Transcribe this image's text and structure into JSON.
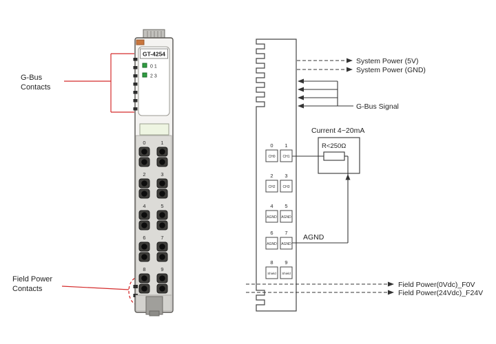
{
  "title": "GT-4254 module wiring diagram",
  "colors": {
    "annotation_red": "#d42a2a",
    "led_green": "#2f9e41",
    "line_black": "#3a3a3a",
    "module_body": "#f4f3f1",
    "terminal_dark": "#3f3e3b"
  },
  "module": {
    "model": "GT-4254",
    "led_labels": [
      "0 1",
      "2 3"
    ],
    "terminal_numbers": [
      "0",
      "1",
      "2",
      "3",
      "4",
      "5",
      "6",
      "7",
      "8",
      "9"
    ]
  },
  "annotations": {
    "gbus_line1": "G-Bus",
    "gbus_line2": "Contacts",
    "field_line1": "Field Power",
    "field_line2": "Contacts"
  },
  "schematic": {
    "system_power_5v": "System Power (5V)",
    "system_power_gnd": "System Power (GND)",
    "gbus_signal": "G-Bus Signal",
    "current_label": "Current 4~20mA",
    "resistor_label": "R<250Ω",
    "agnd_label": "AGND",
    "field_power_0v": "Field Power(0Vdc)_F0V",
    "field_power_24v": "Field Power(24Vdc)_F24V",
    "terminals": [
      {
        "num": "0",
        "label": "CH0"
      },
      {
        "num": "1",
        "label": "CH1"
      },
      {
        "num": "2",
        "label": "CH2"
      },
      {
        "num": "3",
        "label": "CH3"
      },
      {
        "num": "4",
        "label": "AGND"
      },
      {
        "num": "5",
        "label": "AGND"
      },
      {
        "num": "6",
        "label": "AGND"
      },
      {
        "num": "7",
        "label": "AGND"
      },
      {
        "num": "8",
        "label": "Shield"
      },
      {
        "num": "9",
        "label": "Shield"
      }
    ]
  }
}
